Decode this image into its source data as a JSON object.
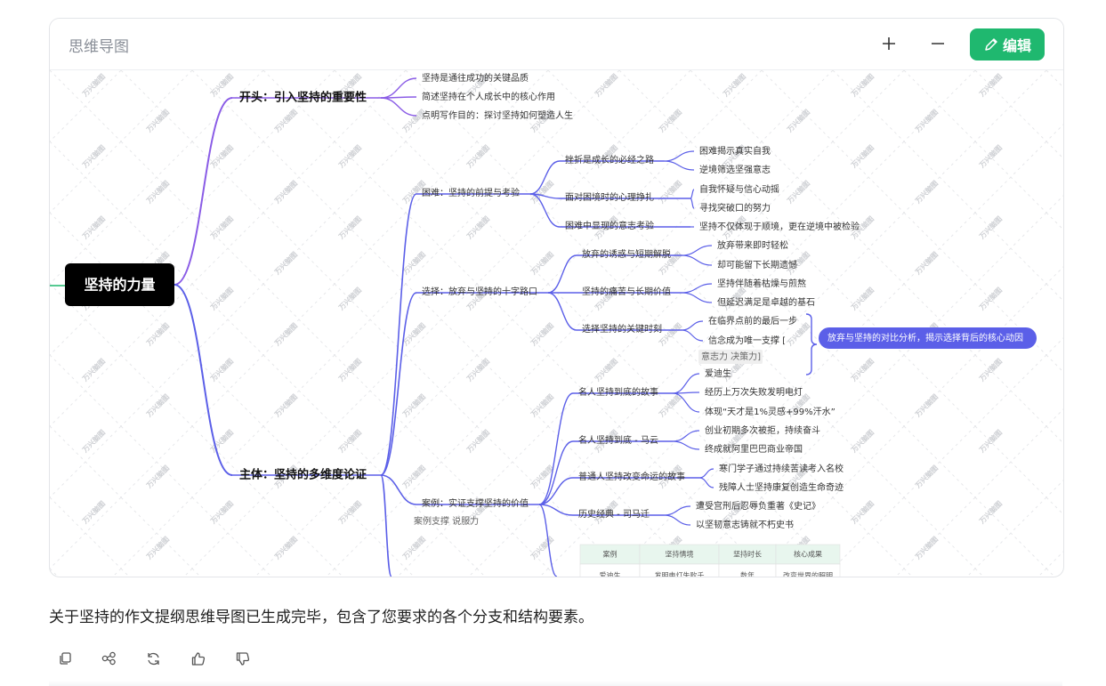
{
  "card": {
    "title": "思维导图",
    "zoom_in_icon": "plus-icon",
    "zoom_out_icon": "minus-icon",
    "edit_label": "编辑",
    "edit_icon": "pencil-icon",
    "accent_color": "#1fb86f"
  },
  "mindmap": {
    "root": "坚持的力量",
    "root_color": "#000000",
    "branch_color": "#5b5fe8",
    "branch_color_top": "#8a5ce6",
    "branches": [
      {
        "label": "开头：引入坚持的重要性",
        "children": [
          "坚持是通往成功的关键品质",
          "简述坚持在个人成长中的核心作用",
          "点明写作目的：探讨坚持如何塑造人生"
        ]
      },
      {
        "label": "主体：坚持的多维度论证",
        "children": [
          {
            "label": "困难：坚持的前提与考验",
            "children": [
              {
                "label": "挫折是成长的必经之路",
                "children": [
                  "困难揭示真实自我",
                  "逆境筛选坚强意志"
                ]
              },
              {
                "label": "面对困境时的心理挣扎",
                "children": [
                  "自我怀疑与信心动摇",
                  "寻找突破口的努力"
                ]
              },
              {
                "label": "困难中显现的意志考验",
                "children": [
                  "坚持不仅体现于顺境，更在逆境中被检验"
                ]
              }
            ]
          },
          {
            "label": "选择：放弃与坚持的十字路口",
            "children": [
              {
                "label": "放弃的诱惑与短期解脱",
                "children": [
                  "放弃带来即时轻松",
                  "却可能留下长期遗憾"
                ]
              },
              {
                "label": "坚持的痛苦与长期价值",
                "children": [
                  "坚持伴随着枯燥与煎熬",
                  "但延迟满足是卓越的基石"
                ]
              },
              {
                "label": "选择坚持的关键时刻",
                "children": [
                  "在临界点前的最后一步",
                  "信念成为唯一支撑 ["
                ]
              }
            ],
            "tags": "意志力 决策力]",
            "summary": "放弃与坚持的对比分析，揭示选择背后的核心动因"
          },
          {
            "label": "案例：实证支撑坚持的价值",
            "tags": "案例支撑 说服力",
            "children": [
              {
                "label": "名人坚持到底的故事",
                "children": [
                  "爱迪生",
                  "经历上万次失败发明电灯",
                  "体现“天才是1%灵感+99%汗水”"
                ]
              },
              {
                "label": "名人坚持到底 - 马云",
                "children": [
                  "创业初期多次被拒，持续奋斗",
                  "终成就阿里巴巴商业帝国"
                ]
              },
              {
                "label": "普通人坚持改变命运的故事",
                "children": [
                  "寒门学子通过持续苦读考入名校",
                  "残障人士坚持康复创造生命奇迹"
                ]
              },
              {
                "label": "历史经典 - 司马迁",
                "children": [
                  "遭受宫刑后忍辱负重著《史记》",
                  "以坚韧意志铸就不朽史书"
                ]
              }
            ],
            "table": {
              "headers": [
                "案例",
                "坚持情境",
                "坚持时长",
                "核心成果"
              ],
              "rows": [
                [
                  "爱迪生",
                  "发明电灯失败千",
                  "数年",
                  "改变世界的照明"
                ]
              ]
            }
          }
        ]
      }
    ],
    "watermark": "万兴脑图"
  },
  "summary_text": "关于坚持的作文提纲思维导图已生成完毕，包含了您要求的各个分支和结构要素。",
  "actions": [
    {
      "name": "copy-icon"
    },
    {
      "name": "share-icon"
    },
    {
      "name": "regenerate-icon"
    },
    {
      "name": "thumbs-up-icon"
    },
    {
      "name": "thumbs-down-icon"
    }
  ]
}
